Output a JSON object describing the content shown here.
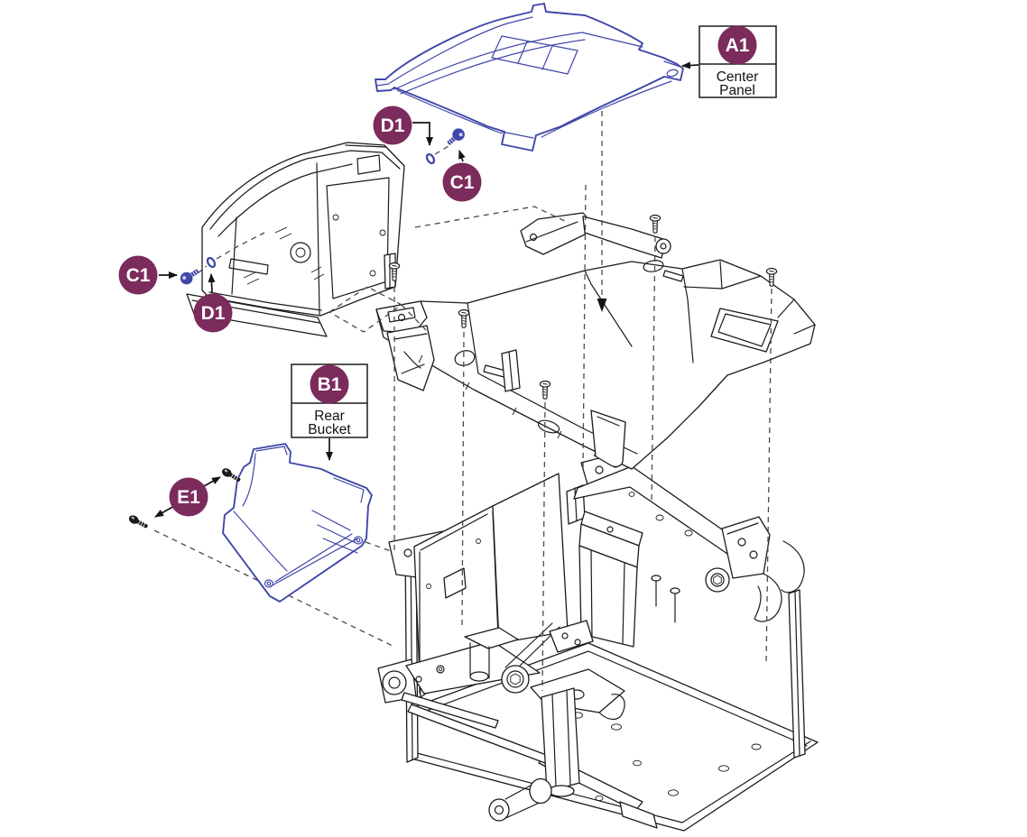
{
  "colors": {
    "background": "#ffffff",
    "line": "#1b1b1b",
    "guide": "#4a4a4a",
    "highlight": "#3f47a8",
    "callout_bg": "#7b2b5c",
    "callout_text": "#ffffff",
    "caption_text": "#111111",
    "box_border": "#1b1b1b"
  },
  "callouts": {
    "a1": {
      "id": "A1",
      "caption_line1": "Center",
      "caption_line2": "Panel"
    },
    "b1": {
      "id": "B1",
      "caption_line1": "Rear",
      "caption_line2": "Bucket"
    },
    "c1_top": {
      "id": "C1"
    },
    "d1_top": {
      "id": "D1"
    },
    "c1_left": {
      "id": "C1"
    },
    "d1_left": {
      "id": "D1"
    },
    "e1": {
      "id": "E1"
    }
  }
}
